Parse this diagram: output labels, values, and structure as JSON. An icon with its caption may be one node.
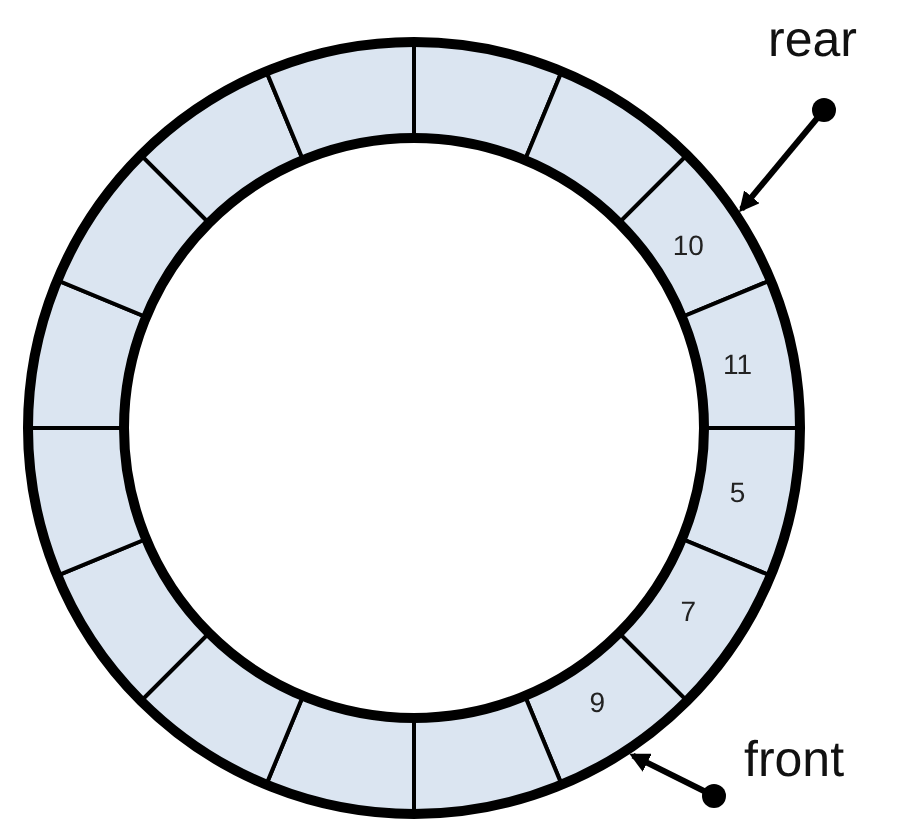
{
  "diagram": {
    "nodes": [
      {
        "text": [],
        "shape": "box"
      },
      {
        "text": [],
        "shape": "box"
      },
      {
        "text": [
          "10"
        ]
      },
      {
        "text": [
          "11"
        ]
      },
      {
        "text": [
          "5"
        ]
      },
      {
        "text": [
          "7"
        ]
      },
      {
        "text": [
          "9"
        ]
      },
      {
        "text": [],
        "shape": "box"
      },
      {
        "text": [],
        "shape": "box"
      },
      {
        "text": [],
        "shape": "box"
      },
      {
        "text": [],
        "shape": "box"
      },
      {
        "text": [],
        "shape": "box"
      },
      {
        "text": [],
        "shape": "box"
      },
      {
        "text": [],
        "shape": "box"
      },
      {
        "text": [],
        "shape": "box"
      },
      {
        "text": [],
        "shape": "box"
      },
      {
        "text": [
          "rear"
        ]
      },
      {
        "text": [
          "front"
        ]
      }
    ],
    "edges": [
      {
        "from": 16,
        "to": 2,
        "arrow": "to"
      },
      {
        "from": 17,
        "to": 6,
        "arrow": "to"
      }
    ]
  }
}
